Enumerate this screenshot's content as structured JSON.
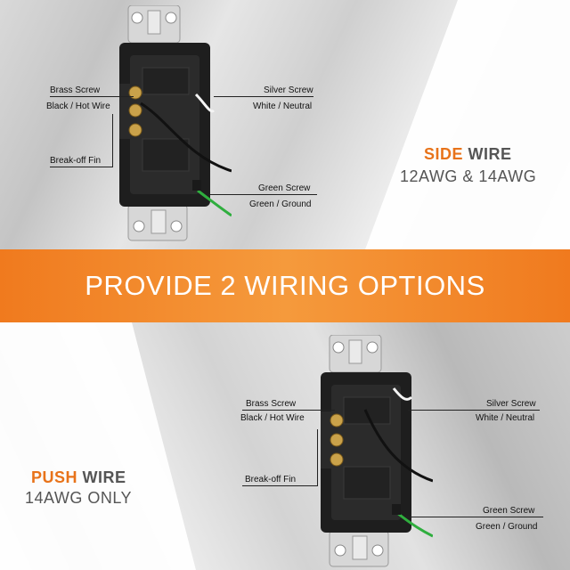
{
  "banner": {
    "text": "PROVIDE 2 WIRING OPTIONS"
  },
  "side": {
    "heading_accent": "SIDE",
    "heading_rest": "WIRE",
    "sub": "12AWG & 14AWG",
    "labels": {
      "brass_screw": "Brass Screw",
      "black_hot": "Black / Hot Wire",
      "breakoff": "Break-off Fin",
      "silver_screw": "Silver Screw",
      "white_neutral": "White / Neutral",
      "green_screw": "Green  Screw",
      "green_ground": "Green / Ground"
    }
  },
  "push": {
    "heading_accent": "PUSH",
    "heading_rest": "WIRE",
    "sub": "14AWG ONLY",
    "labels": {
      "brass_screw": "Brass Screw",
      "black_hot": "Black / Hot Wire",
      "breakoff": "Break-off Fin",
      "silver_screw": "Silver Screw",
      "white_neutral": "White / Neutral",
      "green_screw": "Green  Screw",
      "green_ground": "Green / Ground"
    }
  },
  "colors": {
    "accent": "#e8731a",
    "banner": "#f07a1e"
  }
}
